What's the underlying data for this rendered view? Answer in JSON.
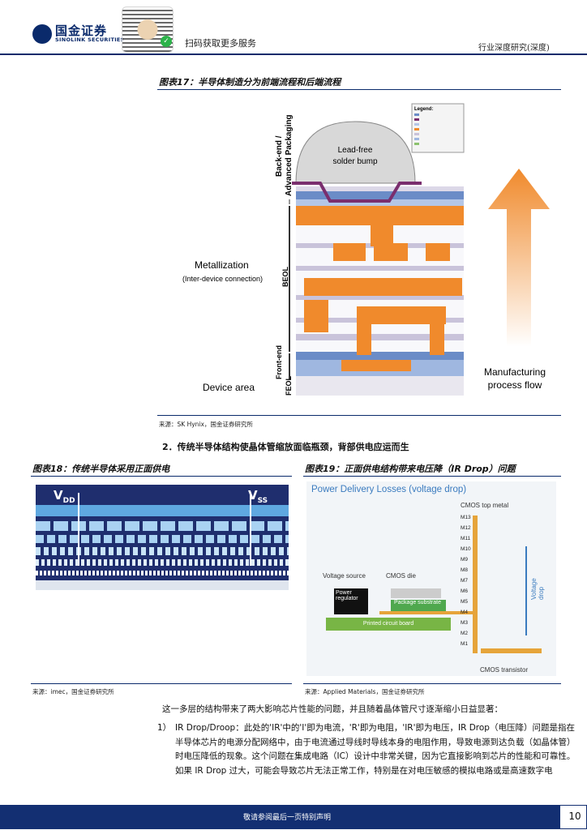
{
  "header": {
    "brand_cn": "国金证券",
    "brand_en": "SINOLINK SECURITIES",
    "qr_text": "扫码获取更多服务",
    "report_type": "行业深度研究(深度)"
  },
  "fig17": {
    "title": "图表17：半导体制造分为前端流程和后端流程",
    "labels": {
      "backend": "Back-end /",
      "adv_pack": "Advanced Packaging",
      "metallization": "Metallization",
      "interdevice": "(Inter-device connection)",
      "beol": "BEOL",
      "frontend": "Front-end",
      "feol": "FEOL",
      "device_area": "Device area",
      "bump": "Lead-free",
      "bump2": "solder bump",
      "mfg1": "Manufacturing",
      "mfg2": "process flow",
      "legend": "Legend:"
    },
    "source": "来源：SK Hynix，国金证券研究所"
  },
  "section": "2．传统半导体结构使晶体管缩放面临瓶颈，背部供电应运而生",
  "fig18": {
    "title": "图表18：传统半导体采用正面供电",
    "vdd": "V",
    "vdd_sub": "DD",
    "vss": "V",
    "vss_sub": "SS",
    "source": "来源：imec，国金证券研究所"
  },
  "fig19": {
    "title": "图表19：正面供电结构带来电压降（IR Drop）问题",
    "heading": "Power Delivery Losses (voltage drop)",
    "cmos_top": "CMOS top metal",
    "voltage_source": "Voltage source",
    "cmos_die": "CMOS die",
    "power_reg": "Power regulator",
    "pkg_sub": "Package substrate",
    "pcb": "Printed circuit board",
    "cmos_tr": "CMOS transistor",
    "vdrop": "Voltage drop",
    "metals": [
      "M13",
      "M12",
      "M11",
      "M10",
      "M9",
      "M8",
      "M7",
      "M6",
      "M5",
      "M4",
      "M3",
      "M2",
      "M1"
    ],
    "source": "来源：Applied Materials，国金证券研究所"
  },
  "body": {
    "intro": "这一多层的结构带来了两大影响芯片性能的问题，并且随着晶体管尺寸逐渐缩小日益显著：",
    "item1_num": "1）",
    "item1_text": "IR Drop/Droop：此处的'IR'中的'I'即为电流，'R'即为电阻，'IR'即为电压，IR Drop（电压降）问题是指在半导体芯片的电源分配网络中，由于电流通过导线时导线本身的电阻作用，导致电源到达负载（如晶体管）时电压降低的现象。这个问题在集成电路（IC）设计中非常关键，因为它直接影响到芯片的性能和可靠性。如果 IR Drop 过大，可能会导致芯片无法正常工作，特别是在对电压敏感的模拟电路或是高速数字电"
  },
  "footer": {
    "disclaimer": "敬请参阅最后一页特别声明",
    "page": "10"
  }
}
